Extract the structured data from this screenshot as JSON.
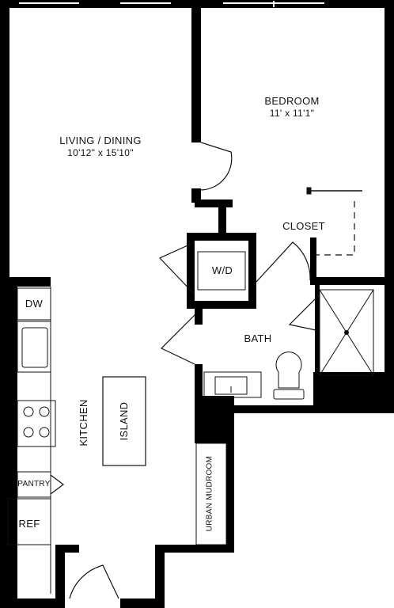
{
  "rooms": {
    "living": {
      "name": "LIVING / DINING",
      "dims": "10'12\" x 15'10\""
    },
    "bedroom": {
      "name": "BEDROOM",
      "dims": "11' x 11'1\""
    },
    "closet": {
      "name": "CLOSET"
    },
    "washer_dryer": {
      "name": "W/D"
    },
    "bath": {
      "name": "BATH"
    },
    "kitchen": {
      "name": "KITCHEN"
    },
    "island": {
      "name": "ISLAND"
    },
    "mudroom": {
      "name": "URBAN MUDROOM"
    }
  },
  "appliances": {
    "dishwasher": "DW",
    "pantry": "PANTRY",
    "refrigerator": "REF"
  },
  "colors": {
    "wall": "#000000",
    "background": "#ffffff",
    "line": "#111111"
  }
}
